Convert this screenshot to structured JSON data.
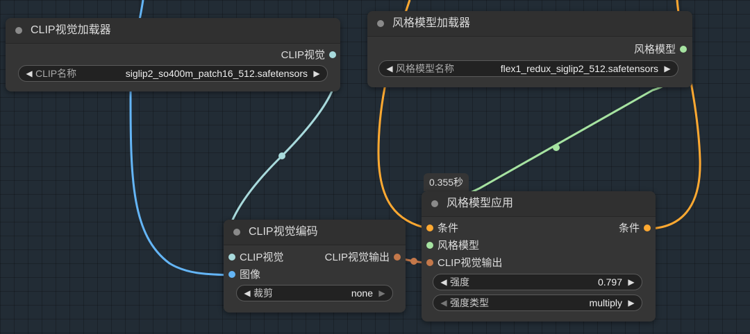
{
  "colors": {
    "clip_vision": "#a8dadc",
    "image": "#64b5f6",
    "style_model": "#a6e3a1",
    "conditioning": "#ffa931",
    "clip_vision_output": "#c4784a",
    "canvas_bg": "#222c35",
    "node_bg": "#353535"
  },
  "clip_vision_loader": {
    "title": "CLIP视觉加载器",
    "output_label": "CLIP视觉",
    "widget": {
      "label": "CLIP名称",
      "value": "siglip2_so400m_patch16_512.safetensors"
    }
  },
  "style_model_loader": {
    "title": "风格模型加载器",
    "output_label": "风格模型",
    "widget": {
      "label": "风格模型名称",
      "value": "flex1_redux_siglip2_512.safetensors"
    }
  },
  "clip_vision_encode": {
    "title": "CLIP视觉编码",
    "inputs": [
      "CLIP视觉",
      "图像"
    ],
    "output_label": "CLIP视觉输出",
    "widget": {
      "label": "裁剪",
      "value": "none"
    }
  },
  "style_model_apply": {
    "timing": "0.355秒",
    "title": "风格模型应用",
    "inputs": [
      "条件",
      "风格模型",
      "CLIP视觉输出"
    ],
    "output_label": "条件",
    "widgets": [
      {
        "label": "强度",
        "value": "0.797"
      },
      {
        "label": "强度类型",
        "value": "multiply"
      }
    ]
  },
  "icons": {
    "left_arrow": "◀",
    "right_arrow": "▶",
    "left_arrow_dim": "◀",
    "right_arrow_dim": "▶"
  }
}
